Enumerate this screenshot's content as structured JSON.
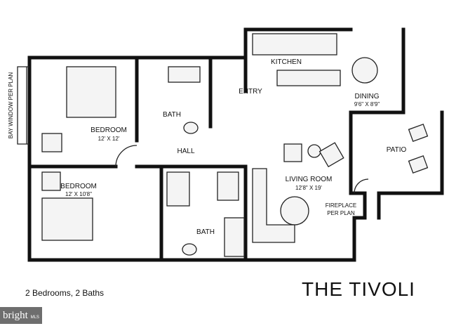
{
  "plan": {
    "bay_window": "BAY WINDOW PER PLAN",
    "bedroom1": {
      "label": "BEDROOM",
      "size": "12' X 12'"
    },
    "bedroom2": {
      "label": "BEDROOM",
      "size": "12' X 10'8\""
    },
    "bath1": "BATH",
    "bath2": "BATH",
    "kitchen": "KITCHEN",
    "entry": "ENTRY",
    "dining": {
      "label": "DINING",
      "size": "9'6\" X 8'9\""
    },
    "hall": "HALL",
    "patio": "PATIO",
    "living": {
      "label": "LIVING ROOM",
      "size": "12'8\" X 19'"
    },
    "fireplace": [
      "FIREPLACE",
      "PER PLAN"
    ]
  },
  "caption": "2 Bedrooms, 2 Baths",
  "title": "THE TIVOLI",
  "logo": {
    "brand": "bright",
    "suffix": "MLS"
  }
}
